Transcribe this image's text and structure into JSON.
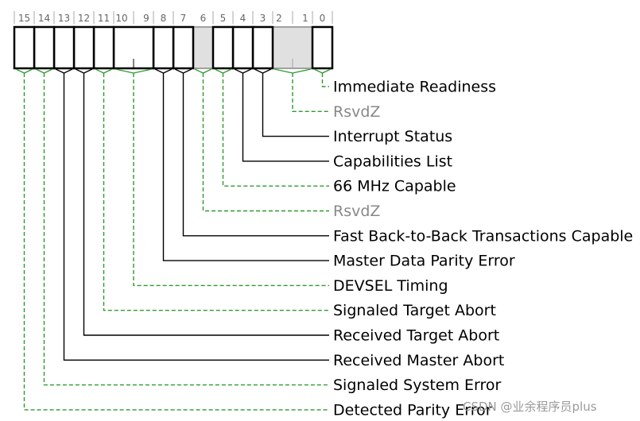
{
  "colors": {
    "solid": "#000000",
    "dashed": "#2e9a2e",
    "reserved_fill": "#e0e0e0",
    "reserved_text": "#888888",
    "text": "#000000",
    "tick_text": "#666666"
  },
  "bit_numbers": [
    "15",
    "14",
    "13",
    "12",
    "11",
    "10",
    "9",
    "8",
    "7",
    "6",
    "5",
    "4",
    "3",
    "2",
    "1",
    "0"
  ],
  "fields": [
    {
      "bits": "0",
      "label": "Immediate Readiness",
      "style": "dashed",
      "reserved": false
    },
    {
      "bits": "2:1",
      "label": "RsvdZ",
      "style": "dashed",
      "reserved": true
    },
    {
      "bits": "3",
      "label": "Interrupt Status",
      "style": "solid",
      "reserved": false
    },
    {
      "bits": "4",
      "label": "Capabilities List",
      "style": "solid",
      "reserved": false
    },
    {
      "bits": "5",
      "label": "66 MHz Capable",
      "style": "dashed",
      "reserved": false
    },
    {
      "bits": "6",
      "label": "RsvdZ",
      "style": "dashed",
      "reserved": true
    },
    {
      "bits": "7",
      "label": "Fast Back-to-Back Transactions Capable",
      "style": "solid",
      "reserved": false
    },
    {
      "bits": "8",
      "label": "Master Data Parity Error",
      "style": "solid",
      "reserved": false
    },
    {
      "bits": "10:9",
      "label": "DEVSEL Timing",
      "style": "dashed",
      "reserved": false
    },
    {
      "bits": "11",
      "label": "Signaled Target Abort",
      "style": "dashed",
      "reserved": false
    },
    {
      "bits": "12",
      "label": "Received Target Abort",
      "style": "solid",
      "reserved": false
    },
    {
      "bits": "13",
      "label": "Received Master Abort",
      "style": "solid",
      "reserved": false
    },
    {
      "bits": "14",
      "label": "Signaled System Error",
      "style": "dashed",
      "reserved": false
    },
    {
      "bits": "15",
      "label": "Detected Parity Error",
      "style": "dashed",
      "reserved": false
    }
  ],
  "watermark": "CSDN @业余程序员plus"
}
